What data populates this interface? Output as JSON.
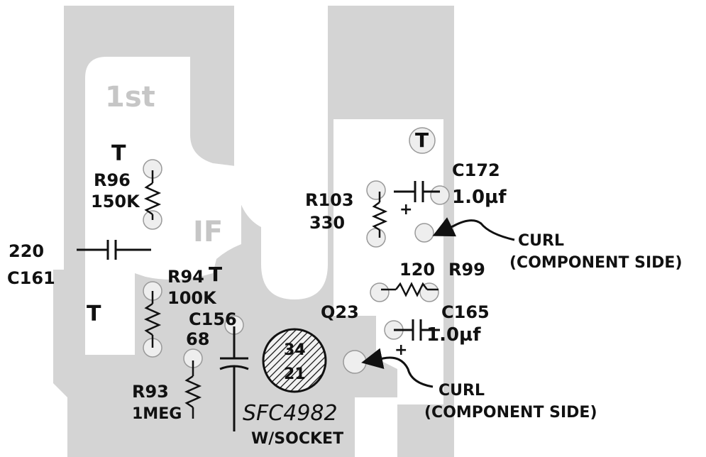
{
  "board": {
    "ghost_1st": "1st",
    "ghost_if": "IF"
  },
  "labels": {
    "t_top_left": "T",
    "t_left_mid": "T",
    "t_r94": "T",
    "t_top_right": "T",
    "r96_ref": "R96",
    "r96_val": "150K",
    "c161_val": "220",
    "c161_ref": "C161",
    "r94_ref": "R94",
    "r94_val": "100K",
    "c156_ref": "C156",
    "c156_val": "68",
    "r93_ref": "R93",
    "r93_val": "1MEG",
    "r103_ref": "R103",
    "r103_val": "330",
    "c172_ref": "C172",
    "c172_val": "1.0µf",
    "curl1_a": "CURL",
    "curl1_b": "(COMPONENT SIDE)",
    "r99_val": "120",
    "r99_ref": "R99",
    "q23_ref": "Q23",
    "c165_ref": "C165",
    "c165_val": "1.0µf",
    "plus_c172": "+",
    "plus_c165": "+",
    "filter_pins_top": "34",
    "filter_pins_bot": "21",
    "curl2_a": "CURL",
    "curl2_b": "(COMPONENT SIDE)",
    "sfc_part": "SFC4982",
    "sfc_socket": "W/SOCKET"
  },
  "colors": {
    "board": "#d4d4d4",
    "pad": "#eeeeee",
    "ink": "#111111",
    "ghost_text": "#c6c6c6"
  }
}
